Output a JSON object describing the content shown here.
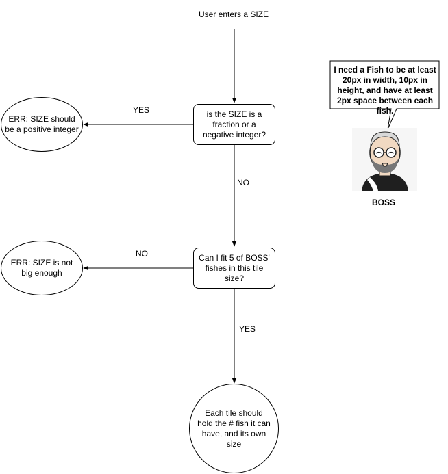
{
  "start": {
    "text": "User enters a SIZE"
  },
  "decisions": {
    "size_check": "is the SIZE is a fraction or a negative integer?",
    "fit_check": "Can I fit 5 of BOSS' fishes in this tile size?"
  },
  "errors": {
    "not_positive": "ERR: SIZE should be a positive integer",
    "too_small": "ERR: SIZE is not big enough"
  },
  "result": {
    "text": "Each tile should hold the # fish it can have, and its own size"
  },
  "edge_labels": {
    "size_yes": "YES",
    "size_no": "NO",
    "fit_no": "NO",
    "fit_yes": "YES"
  },
  "boss": {
    "speech": "I need a Fish to be at least 20px in width, 10px in height, and have at least 2px space between each fish.",
    "label": "BOSS"
  },
  "colors": {
    "stroke": "#000000",
    "background": "#ffffff"
  }
}
